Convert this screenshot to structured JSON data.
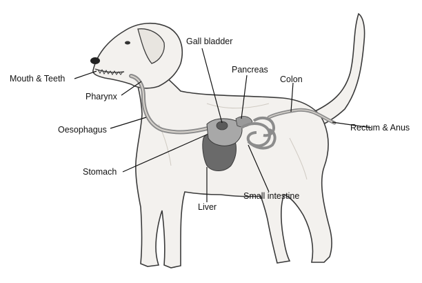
{
  "labels": {
    "mouth_teeth": "Mouth & Teeth",
    "pharynx": "Pharynx",
    "oesophagus": "Oesophagus",
    "stomach": "Stomach",
    "gall_bladder": "Gall bladder",
    "pancreas": "Pancreas",
    "colon": "Colon",
    "rectum_anus": "Rectum & Anus",
    "small_intestine": "Small intestine",
    "liver": "Liver"
  },
  "colors": {
    "outline": "#3a3a3a",
    "body_shading": "#f3f1ee",
    "organ_dark": "#6a6a6a",
    "organ_mid": "#a8a8a8",
    "tract": "#8c8c8c",
    "leader_line": "#111111",
    "text": "#111111"
  }
}
